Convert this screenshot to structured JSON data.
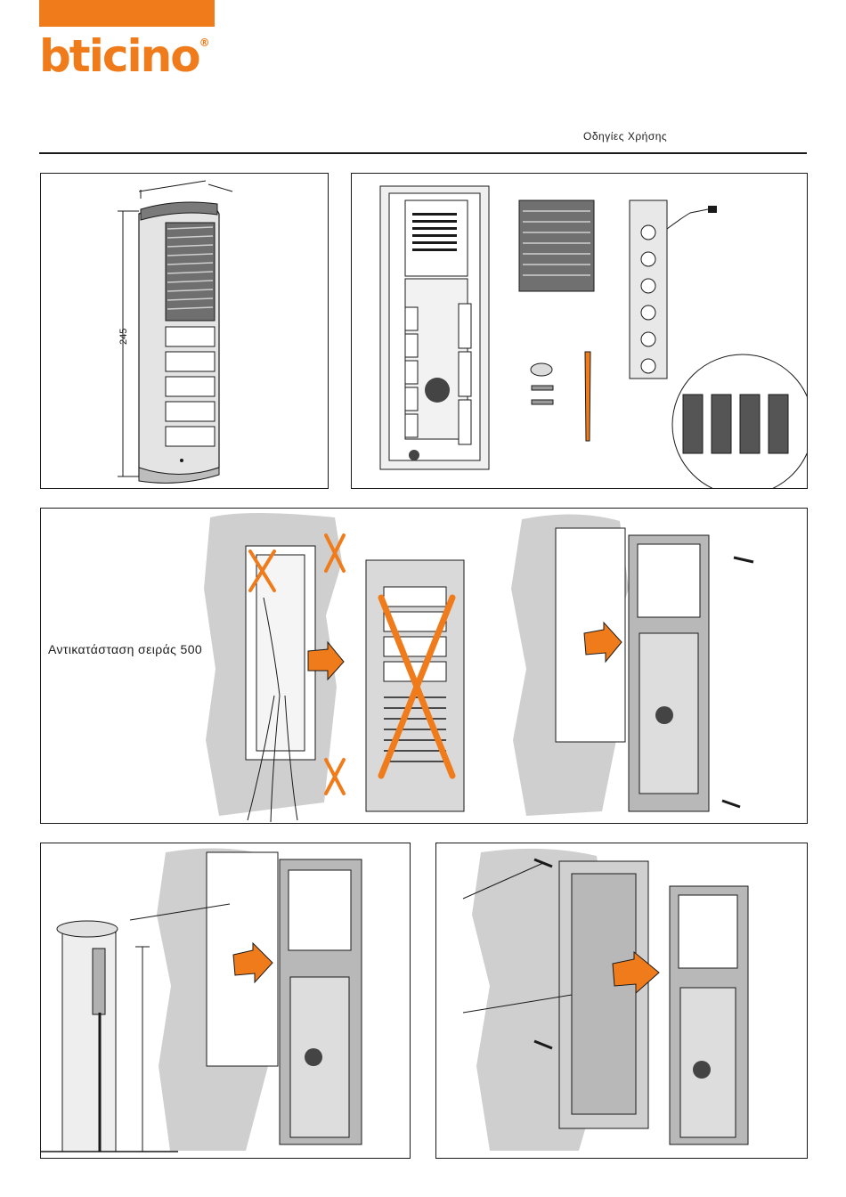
{
  "header": {
    "brand": "bticino",
    "registered_mark": "®",
    "document_type": "Οδηγίες Χρήσης"
  },
  "panel_dimensions": {
    "height_label": "245"
  },
  "panel_replacement": {
    "caption": "Αντικατάσταση σειράς 500"
  },
  "colors": {
    "brand_orange": "#f07b1b",
    "wall_gray": "#cfcfcf",
    "line": "#1a1a1a"
  }
}
